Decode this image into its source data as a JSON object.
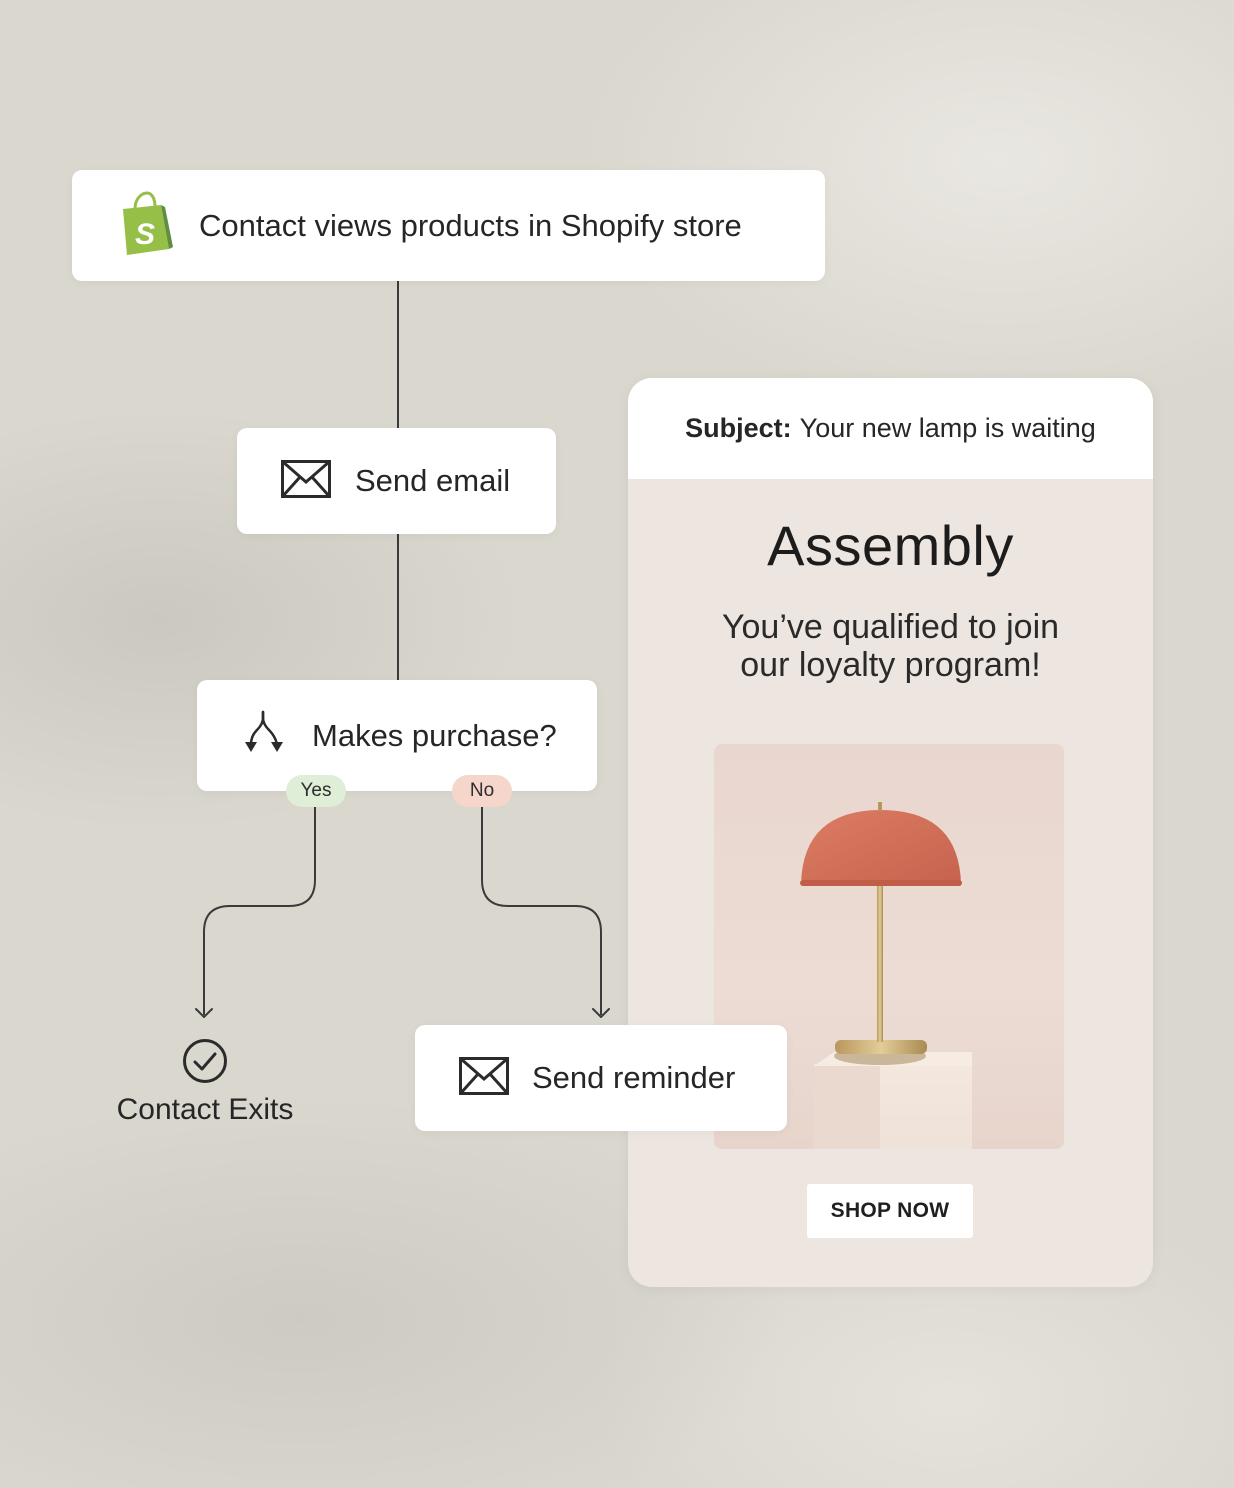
{
  "flow": {
    "trigger": {
      "label": "Contact views products in Shopify store",
      "icon": "shopify-bag-icon"
    },
    "send_email": {
      "label": "Send email",
      "icon": "envelope-icon"
    },
    "split": {
      "label": "Makes purchase?",
      "icon": "split-arrows-icon"
    },
    "branches": {
      "yes": "Yes",
      "no": "No"
    },
    "exit": {
      "label": "Contact Exits",
      "icon": "check-circle-icon"
    },
    "reminder": {
      "label": "Send reminder",
      "icon": "envelope-icon"
    }
  },
  "email_preview": {
    "subject_key": "Subject:",
    "subject_value": "Your new lamp is waiting",
    "brand": "Assembly",
    "headline_line1": "You’ve qualified to join",
    "headline_line2": "our loyalty program!",
    "cta": "SHOP NOW"
  },
  "colors": {
    "background": "#dad7cf",
    "line": "#3a3a3a",
    "yes_pill": "#dfeed6",
    "no_pill": "#f6d6cb",
    "shopify_green": "#95bf47",
    "lamp_shade": "#d2705a",
    "lamp_brass": "#c8aa72",
    "email_body": "#ede5df"
  }
}
